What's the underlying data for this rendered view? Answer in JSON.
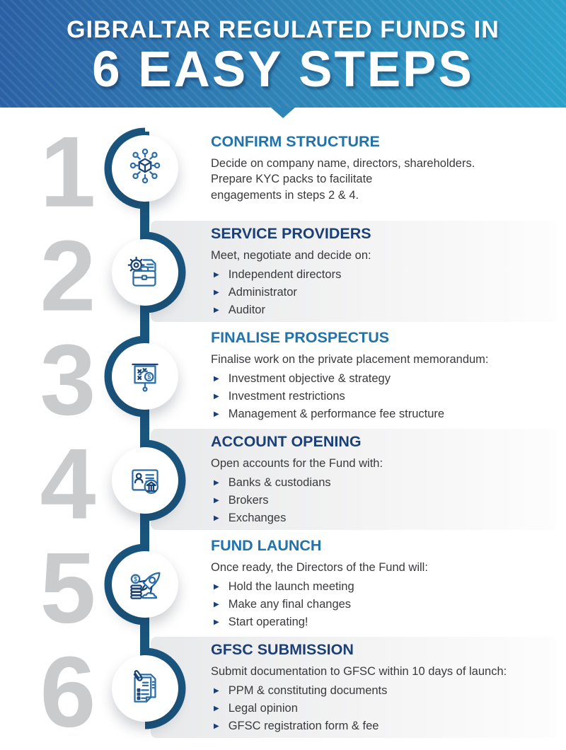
{
  "header": {
    "line1": "GIBRALTAR REGULATED FUNDS IN",
    "line2": "6 EASY STEPS"
  },
  "colors": {
    "header_gradient_left": "#2a5fa4",
    "header_gradient_right": "#2ba2cb",
    "title_odd_blue": "#2173a9",
    "title_even_navy": "#1c4076",
    "timeline_spine": "#1a557e",
    "step_number_gray": "#c9cbcd",
    "band_gray": "#e8e9ea",
    "body_text": "#3a3a3e",
    "icon_blue": "#2c6da5"
  },
  "steps": [
    {
      "number": "1",
      "title": "CONFIRM STRUCTURE",
      "icon": "network-structure-icon",
      "intro_lines": [
        "Decide on company name, directors, shareholders.",
        "Prepare KYC packs to facilitate",
        "engagements in steps 2 & 4."
      ],
      "bullets": []
    },
    {
      "number": "2",
      "title": "SERVICE PROVIDERS",
      "icon": "gear-briefcase-icon",
      "intro": "Meet, negotiate and decide on:",
      "bullets": [
        "Independent directors",
        "Administrator",
        "Auditor"
      ]
    },
    {
      "number": "3",
      "title": "FINALISE PROSPECTUS",
      "icon": "strategy-board-icon",
      "intro": "Finalise work on the private placement memorandum:",
      "bullets": [
        "Investment objective & strategy",
        "Investment restrictions",
        "Management & performance fee structure"
      ]
    },
    {
      "number": "4",
      "title": "ACCOUNT OPENING",
      "icon": "id-card-bank-icon",
      "intro": "Open accounts for the Fund with:",
      "bullets": [
        "Banks & custodians",
        "Brokers",
        "Exchanges"
      ]
    },
    {
      "number": "5",
      "title": "FUND LAUNCH",
      "icon": "rocket-coins-icon",
      "intro": "Once ready, the Directors of the Fund will:",
      "bullets": [
        "Hold the launch meeting",
        "Make any final changes",
        "Start operating!"
      ]
    },
    {
      "number": "6",
      "title": "GFSC SUBMISSION",
      "icon": "documents-paperclip-icon",
      "intro": "Submit documentation to GFSC within 10 days of launch:",
      "bullets": [
        "PPM & constituting documents",
        "Legal opinion",
        "GFSC registration form & fee"
      ]
    }
  ],
  "bullet_marker": "▶"
}
